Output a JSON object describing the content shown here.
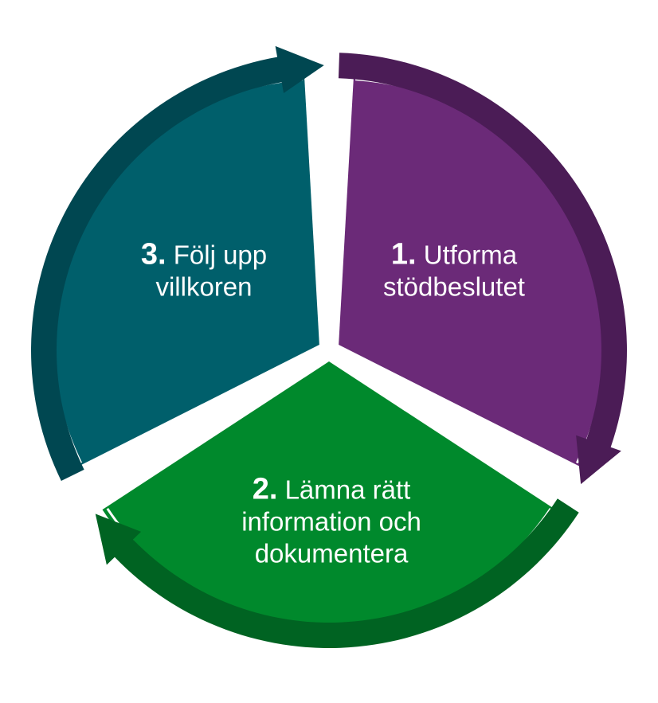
{
  "steps": [
    {
      "number": "1.",
      "title_line1": "Utforma",
      "title_line2": "stödbeslutet",
      "fill": "#6b2a78",
      "arrow": "#4b1c56"
    },
    {
      "number": "2.",
      "title_line1": "Lämna rätt",
      "title_line2": "information och",
      "title_line3": "dokumentera",
      "fill": "#00892c",
      "arrow": "#006322"
    },
    {
      "number": "3.",
      "title_line1": "Följ upp",
      "title_line2": "villkoren",
      "fill": "#005f6b",
      "arrow": "#004751"
    }
  ]
}
